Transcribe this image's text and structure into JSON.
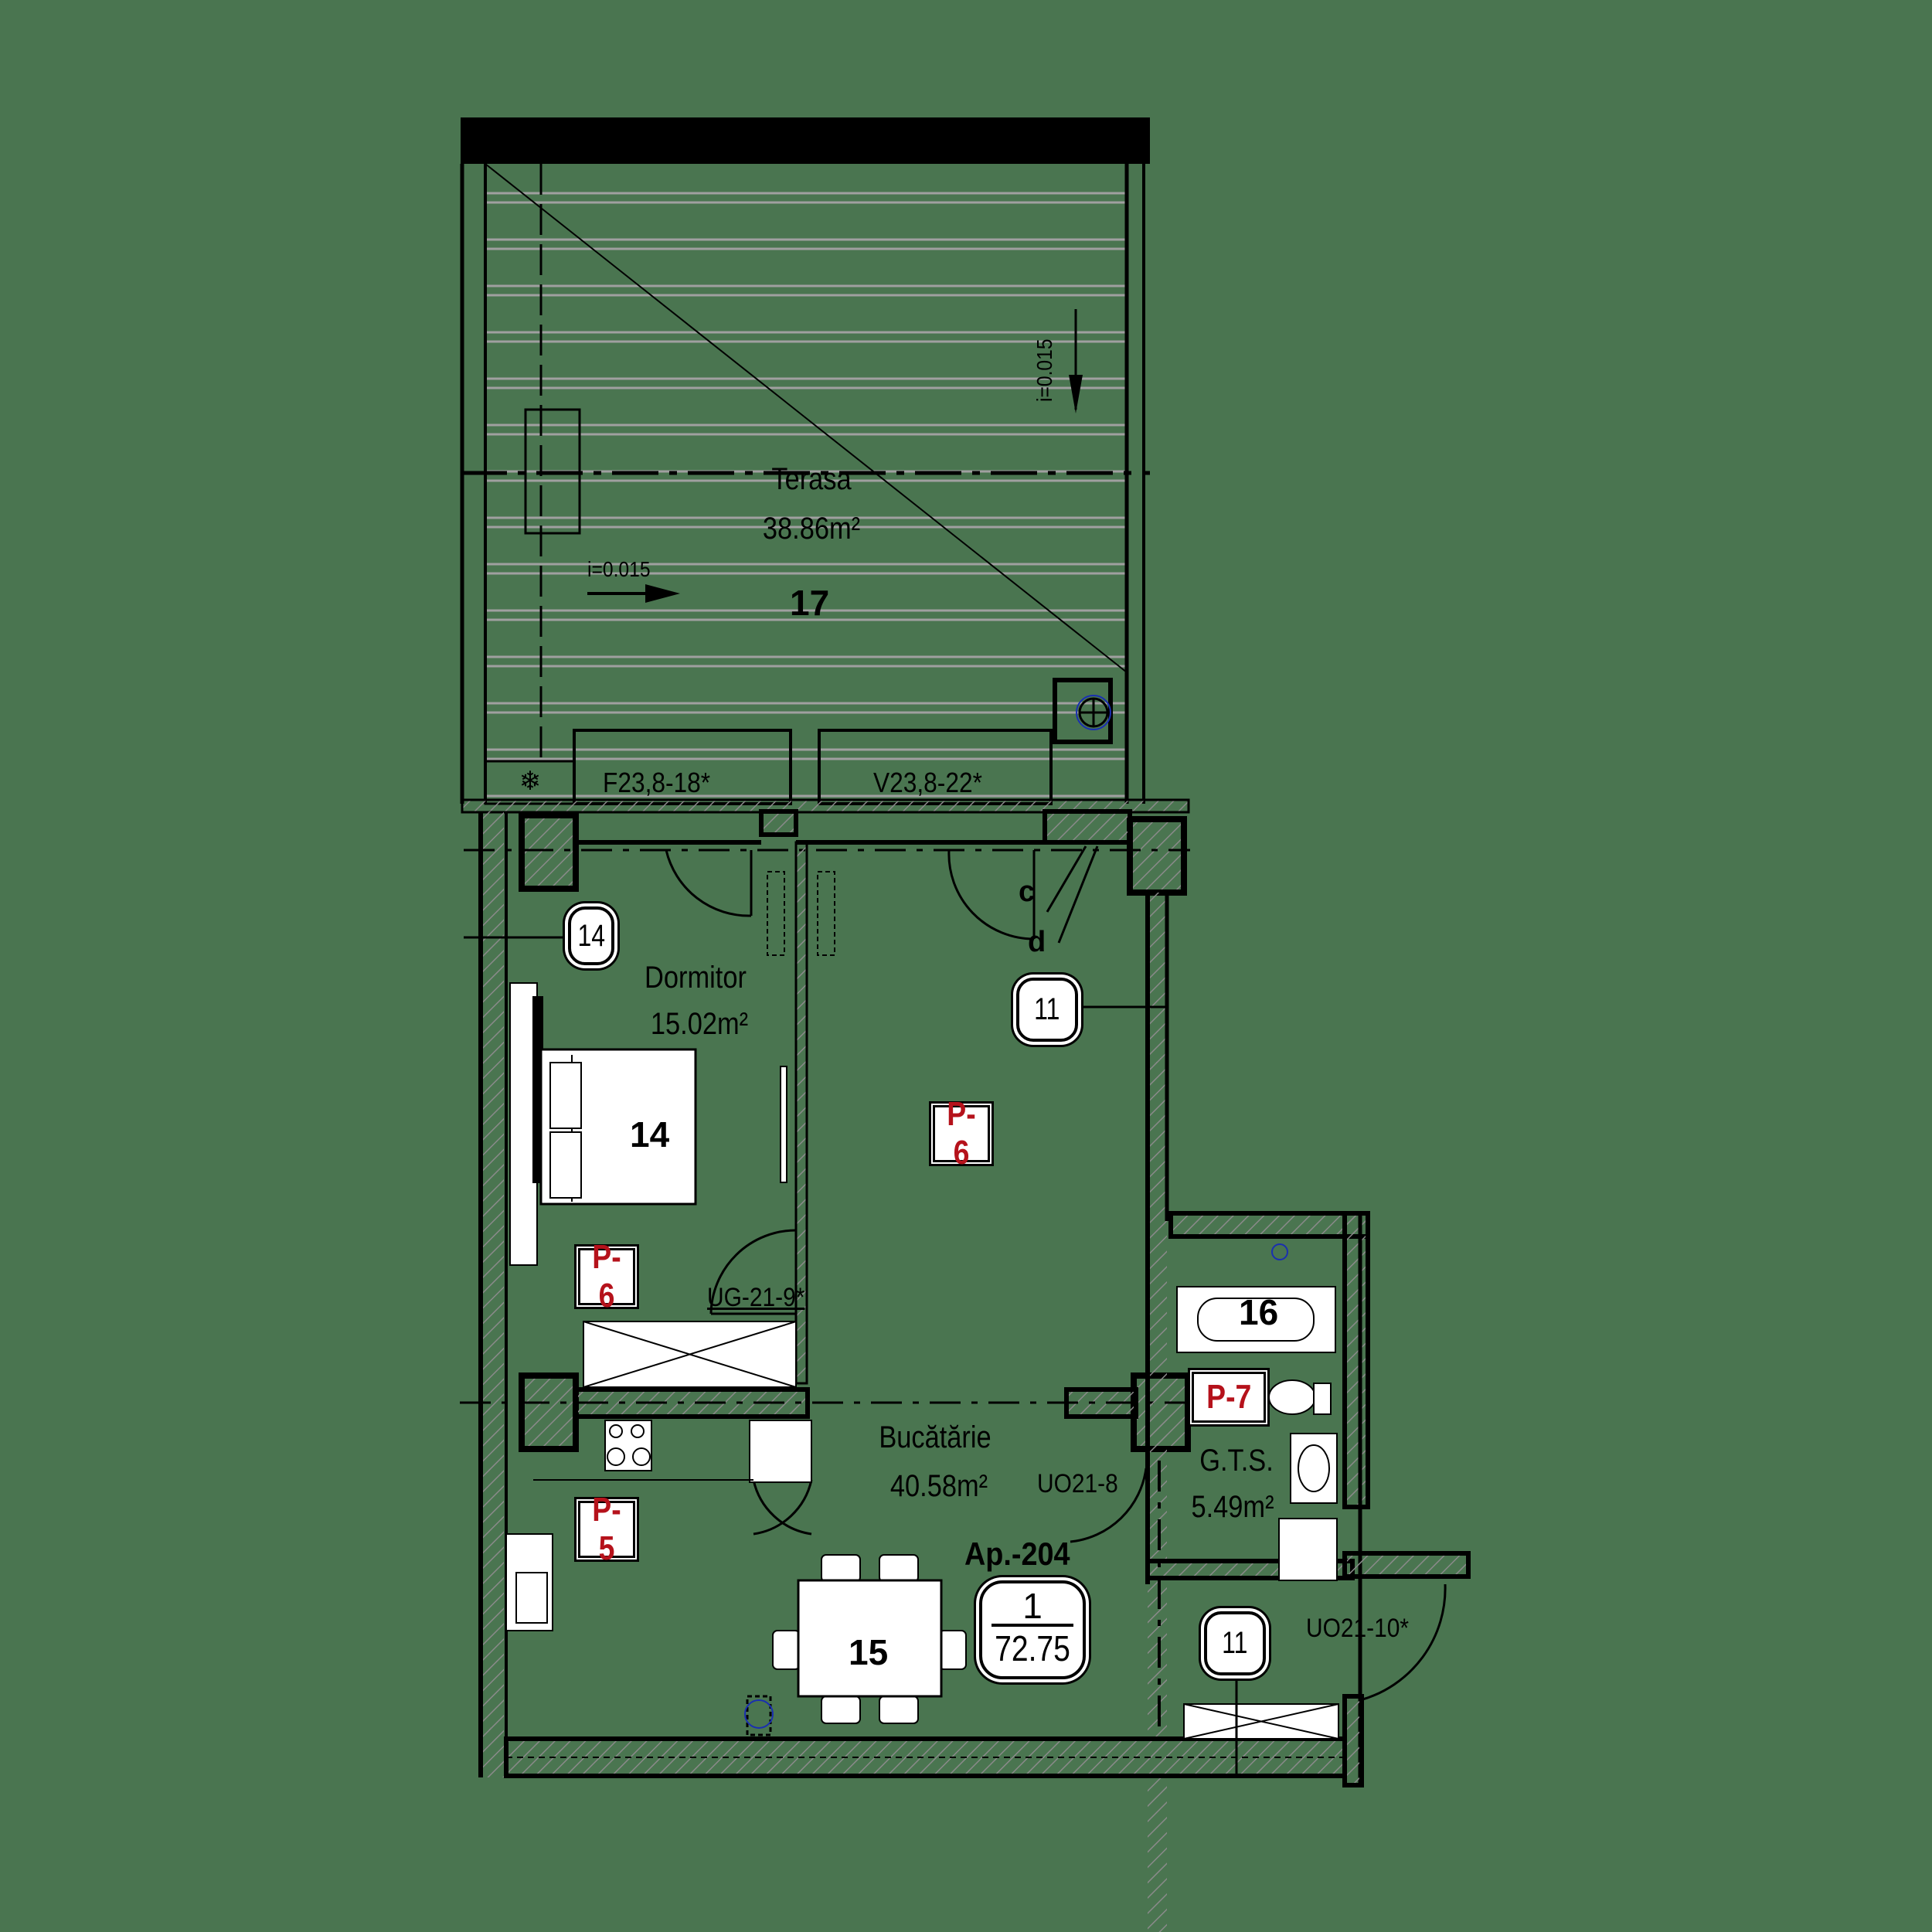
{
  "plan": {
    "background_color": "#4a7550",
    "tag_color": "#b5121b",
    "apartment": {
      "label": "Ap.-204",
      "unit_number": "1",
      "unit_area": "72.75"
    },
    "rooms": [
      {
        "id": "17",
        "name": "Terasa",
        "area": "38.86m²",
        "number": "17"
      },
      {
        "id": "14",
        "name": "Dormitor",
        "area": "15.02m²",
        "number": "14"
      },
      {
        "id": "15",
        "name": "Bucătărie",
        "area": "40.58m²",
        "number": "15"
      },
      {
        "id": "16",
        "name": "G.T.S.",
        "area": "5.49m²",
        "number": "16"
      }
    ],
    "slopes": [
      {
        "label": "i=0.015",
        "direction": "right"
      },
      {
        "label": "i=0.015",
        "direction": "down"
      }
    ],
    "openings": [
      {
        "code": "F23,8-18*"
      },
      {
        "code": "V23,8-22*"
      },
      {
        "code": "UG-21-9*"
      },
      {
        "code": "UO21-8"
      },
      {
        "code": "UO21-10*"
      }
    ],
    "finish_tags": [
      {
        "code": "P-6",
        "room": "Dormitor"
      },
      {
        "code": "P-6",
        "room": "Bucătărie"
      },
      {
        "code": "P-5",
        "room": "Bucătărie"
      },
      {
        "code": "P-7",
        "room": "G.T.S."
      }
    ],
    "wall_bubbles": [
      {
        "code": "14"
      },
      {
        "code": "11"
      },
      {
        "code": "11"
      }
    ],
    "section_marks": [
      {
        "label": "c"
      },
      {
        "label": "d"
      }
    ]
  }
}
